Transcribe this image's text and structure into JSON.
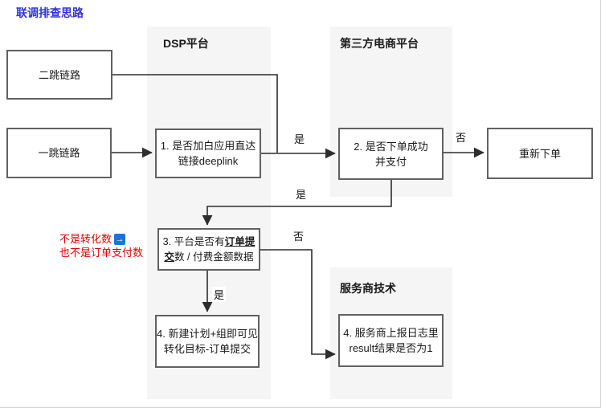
{
  "title": "联调排查思路",
  "lanes": {
    "dsp": "DSP平台",
    "ecommerce": "第三方电商平台",
    "vendor": "服务商技术"
  },
  "nodes": {
    "second_hop": {
      "lines": [
        "二跳链路"
      ]
    },
    "first_hop": {
      "lines": [
        "一跳链路"
      ]
    },
    "step1": {
      "lines": [
        "1. 是否加白应用直达",
        "链接deeplink"
      ]
    },
    "step2": {
      "lines": [
        "2. 是否下单成功",
        "并支付"
      ]
    },
    "reorder": {
      "lines": [
        "重新下单"
      ]
    },
    "step3": {
      "line1_text": "3. 平台是否有",
      "line1_em": "订单提",
      "line2_em": "交",
      "line2_text": "数 / 付费金额数据"
    },
    "step4_dsp": {
      "lines": [
        "4. 新建计划+组即可见",
        "转化目标-订单提交"
      ]
    },
    "step4_vendor": {
      "lines": [
        "4. 服务商上报日志里",
        "result结果是否为1"
      ]
    }
  },
  "edge_labels": {
    "step1_to_step2": "是",
    "step2_to_reorder": "否",
    "step2_to_step3": "是",
    "step3_to_step4_dsp": "是",
    "step3_to_vendor": "否"
  },
  "annotation": {
    "line1": "不是转化数",
    "line2": "也不是订单支付数",
    "icon_glyph": "→"
  },
  "colors": {
    "title_text": "#3333e0",
    "annotation_text": "#e60000",
    "link_icon_bg": "#1a74d9",
    "lane_background": "#f5f5f5",
    "node_border": "#616161",
    "connector": "#2d2d2d"
  }
}
